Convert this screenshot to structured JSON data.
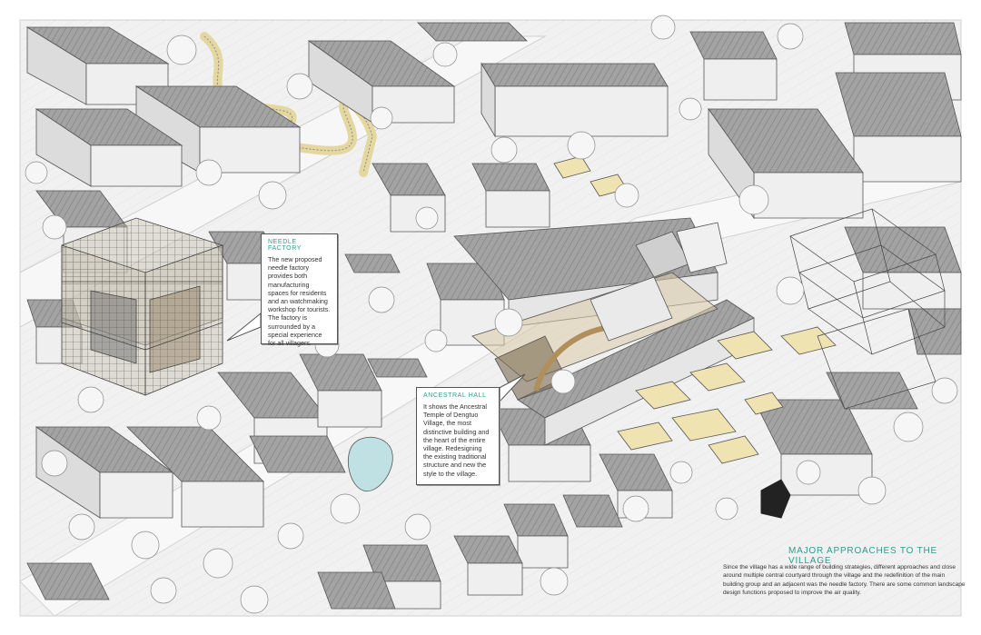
{
  "colors": {
    "paper": "#ffffff",
    "ground": "#eeeeee",
    "roof": "#9a9a9a",
    "wall": "#dcdcdc",
    "tree": "#f6f6f6",
    "accent": "#2a9d8f",
    "path": "#e4d7a0",
    "pond": "#bfe1e3",
    "plaza": "#efe3b2",
    "line": "#555555"
  },
  "needle_factory": {
    "title": "NEEDLE FACTORY",
    "text": "The new proposed needle factory provides both manufacturing spaces for residents and an watchmaking workshop for tourists. The factory is surrounded by a special experience for all villagers."
  },
  "ancestral_hall": {
    "title": "ANCESTRAL HALL",
    "text": "It shows the Ancestral Temple of Dengtuo Village, the most distinctive building and the heart of the entire village. Redesigning the existing traditional structure and new the style to the village."
  },
  "major_approaches": {
    "title": "MAJOR APPROACHES TO THE VILLAGE",
    "body": "Since the village has a wide range of building strategies, different approaches and close around multiple central courtyard through the village and the redefinition of the main building group and an adjacent was the needle factory. There are some common landscape design functions proposed to improve the air quality."
  }
}
